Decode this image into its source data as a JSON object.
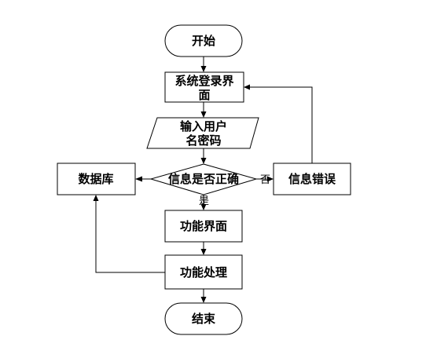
{
  "nodes": {
    "start": "开始",
    "login_line1": "系统登录界",
    "login_line2": "面",
    "input_line1": "输入用户",
    "input_line2": "名密码",
    "check": "信息是否正确",
    "database": "数据库",
    "error": "信息错误",
    "func_ui": "功能界面",
    "func_proc": "功能处理",
    "end": "结束"
  },
  "edge_labels": {
    "no": "否",
    "yes": "是"
  }
}
